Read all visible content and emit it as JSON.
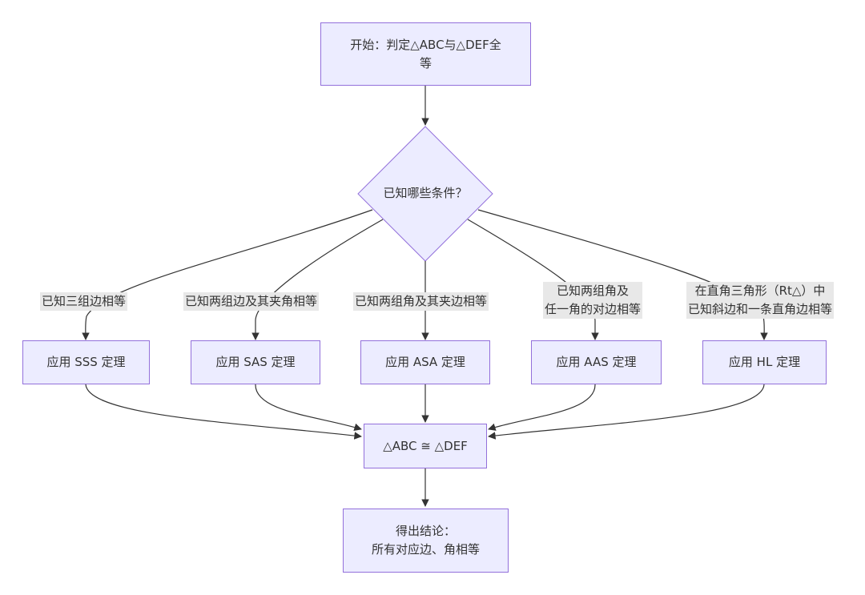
{
  "nodes": {
    "start": "开始：判定△ABC与△DEF全\n等",
    "decision": "已知哪些条件？",
    "sss": "应用 SSS 定理",
    "sas": "应用 SAS 定理",
    "asa": "应用 ASA 定理",
    "aas": "应用 AAS 定理",
    "hl": "应用 HL 定理",
    "congruent": "△ABC ≅ △DEF",
    "conclusion": "得出结论：\n所有对应边、角相等"
  },
  "edge_labels": {
    "sss": "已知三组边相等",
    "sas": "已知两组边及其夹角相等",
    "asa": "已知两组角及其夹边相等",
    "aas": "已知两组角及\n任一角的对边相等",
    "hl": "在直角三角形（Rt△）中\n已知斜边和一条直角边相等"
  },
  "colors": {
    "node_fill": "#ececff",
    "node_border": "#9370db",
    "edge": "#333333",
    "label_bg": "#e8e8e8",
    "text": "#333333"
  }
}
